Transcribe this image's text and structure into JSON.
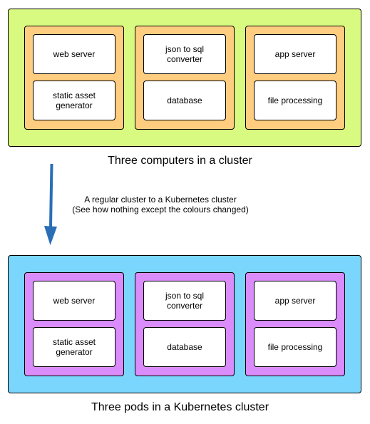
{
  "colors": {
    "regular_cluster": "#d9fa80",
    "regular_machine": "#ffcd80",
    "k8s_cluster": "#7ad6fc",
    "k8s_pod": "#d98cfa",
    "arrow": "#2a6fb5",
    "service_fill": "#ffffff",
    "stroke": "#000000"
  },
  "regular": {
    "caption": "Three computers in a cluster",
    "machines": [
      {
        "services": [
          "web server",
          "static asset\ngenerator"
        ]
      },
      {
        "services": [
          "json to sql\nconverter",
          "database"
        ]
      },
      {
        "services": [
          "app server",
          "file processing"
        ]
      }
    ]
  },
  "transition": {
    "line1": "A regular cluster to a Kubernetes cluster",
    "line2": "(See how nothing except the colours changed)",
    "arrow_icon": "down-arrow-icon"
  },
  "kubernetes": {
    "caption": "Three pods in a Kubernetes cluster",
    "pods": [
      {
        "services": [
          "web server",
          "static asset\ngenerator"
        ]
      },
      {
        "services": [
          "json to sql\nconverter",
          "database"
        ]
      },
      {
        "services": [
          "app server",
          "file processing"
        ]
      }
    ]
  }
}
